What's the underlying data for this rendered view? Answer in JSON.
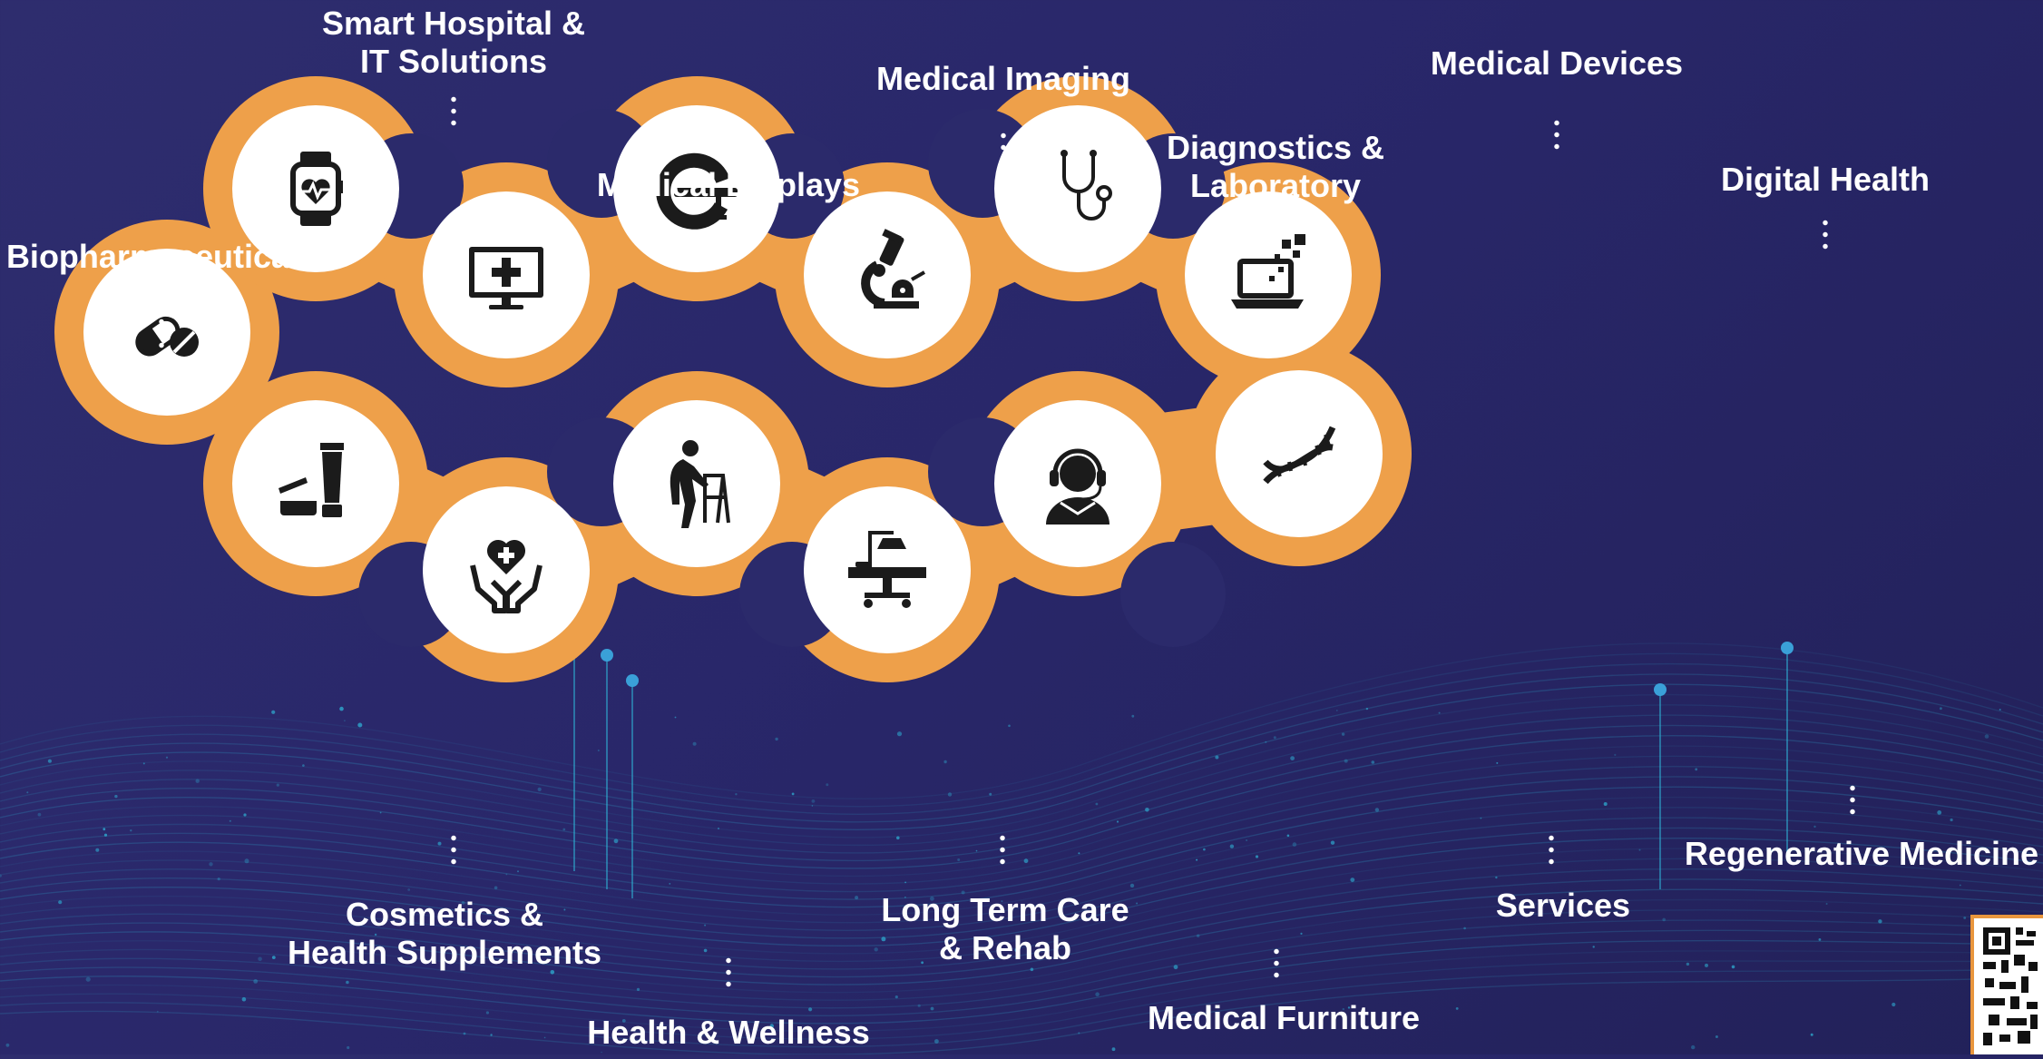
{
  "nodes": [
    {
      "id": "biopharmaceuticals",
      "label": "Biopharmaceuticals",
      "icon": "pills-icon"
    },
    {
      "id": "smart-hospital",
      "label": "Smart Hospital &\nIT Solutions",
      "icon": "smartwatch-icon"
    },
    {
      "id": "medical-displays",
      "label": "Medical Displays",
      "icon": "monitor-icon"
    },
    {
      "id": "medical-imaging",
      "label": "Medical Imaging",
      "icon": "mri-scanner-icon"
    },
    {
      "id": "diagnostics",
      "label": "Diagnostics &\nLaboratory",
      "icon": "microscope-icon"
    },
    {
      "id": "medical-devices",
      "label": "Medical Devices",
      "icon": "stethoscope-icon"
    },
    {
      "id": "digital-health",
      "label": "Digital Health",
      "icon": "laptop-icon"
    },
    {
      "id": "regenerative-medicine",
      "label": "Regenerative Medicine",
      "icon": "dna-icon"
    },
    {
      "id": "services",
      "label": "Services",
      "icon": "headset-agent-icon"
    },
    {
      "id": "medical-furniture",
      "label": "Medical Furniture",
      "icon": "operating-table-icon"
    },
    {
      "id": "long-term-care",
      "label": "Long Term Care\n& Rehab",
      "icon": "walker-icon"
    },
    {
      "id": "health-wellness",
      "label": "Health & Wellness",
      "icon": "heart-hands-icon"
    },
    {
      "id": "cosmetics",
      "label": "Cosmetics &\nHealth Supplements",
      "icon": "cosmetics-icon"
    }
  ],
  "colors": {
    "background": "#2b2a6b",
    "ring": "#eea04a",
    "node_fill": "#ffffff",
    "icon": "#1b1b1b",
    "label": "#ffffff",
    "wave": "#2fb2d6"
  },
  "qr_code": {
    "icon": "qr-code-icon"
  }
}
